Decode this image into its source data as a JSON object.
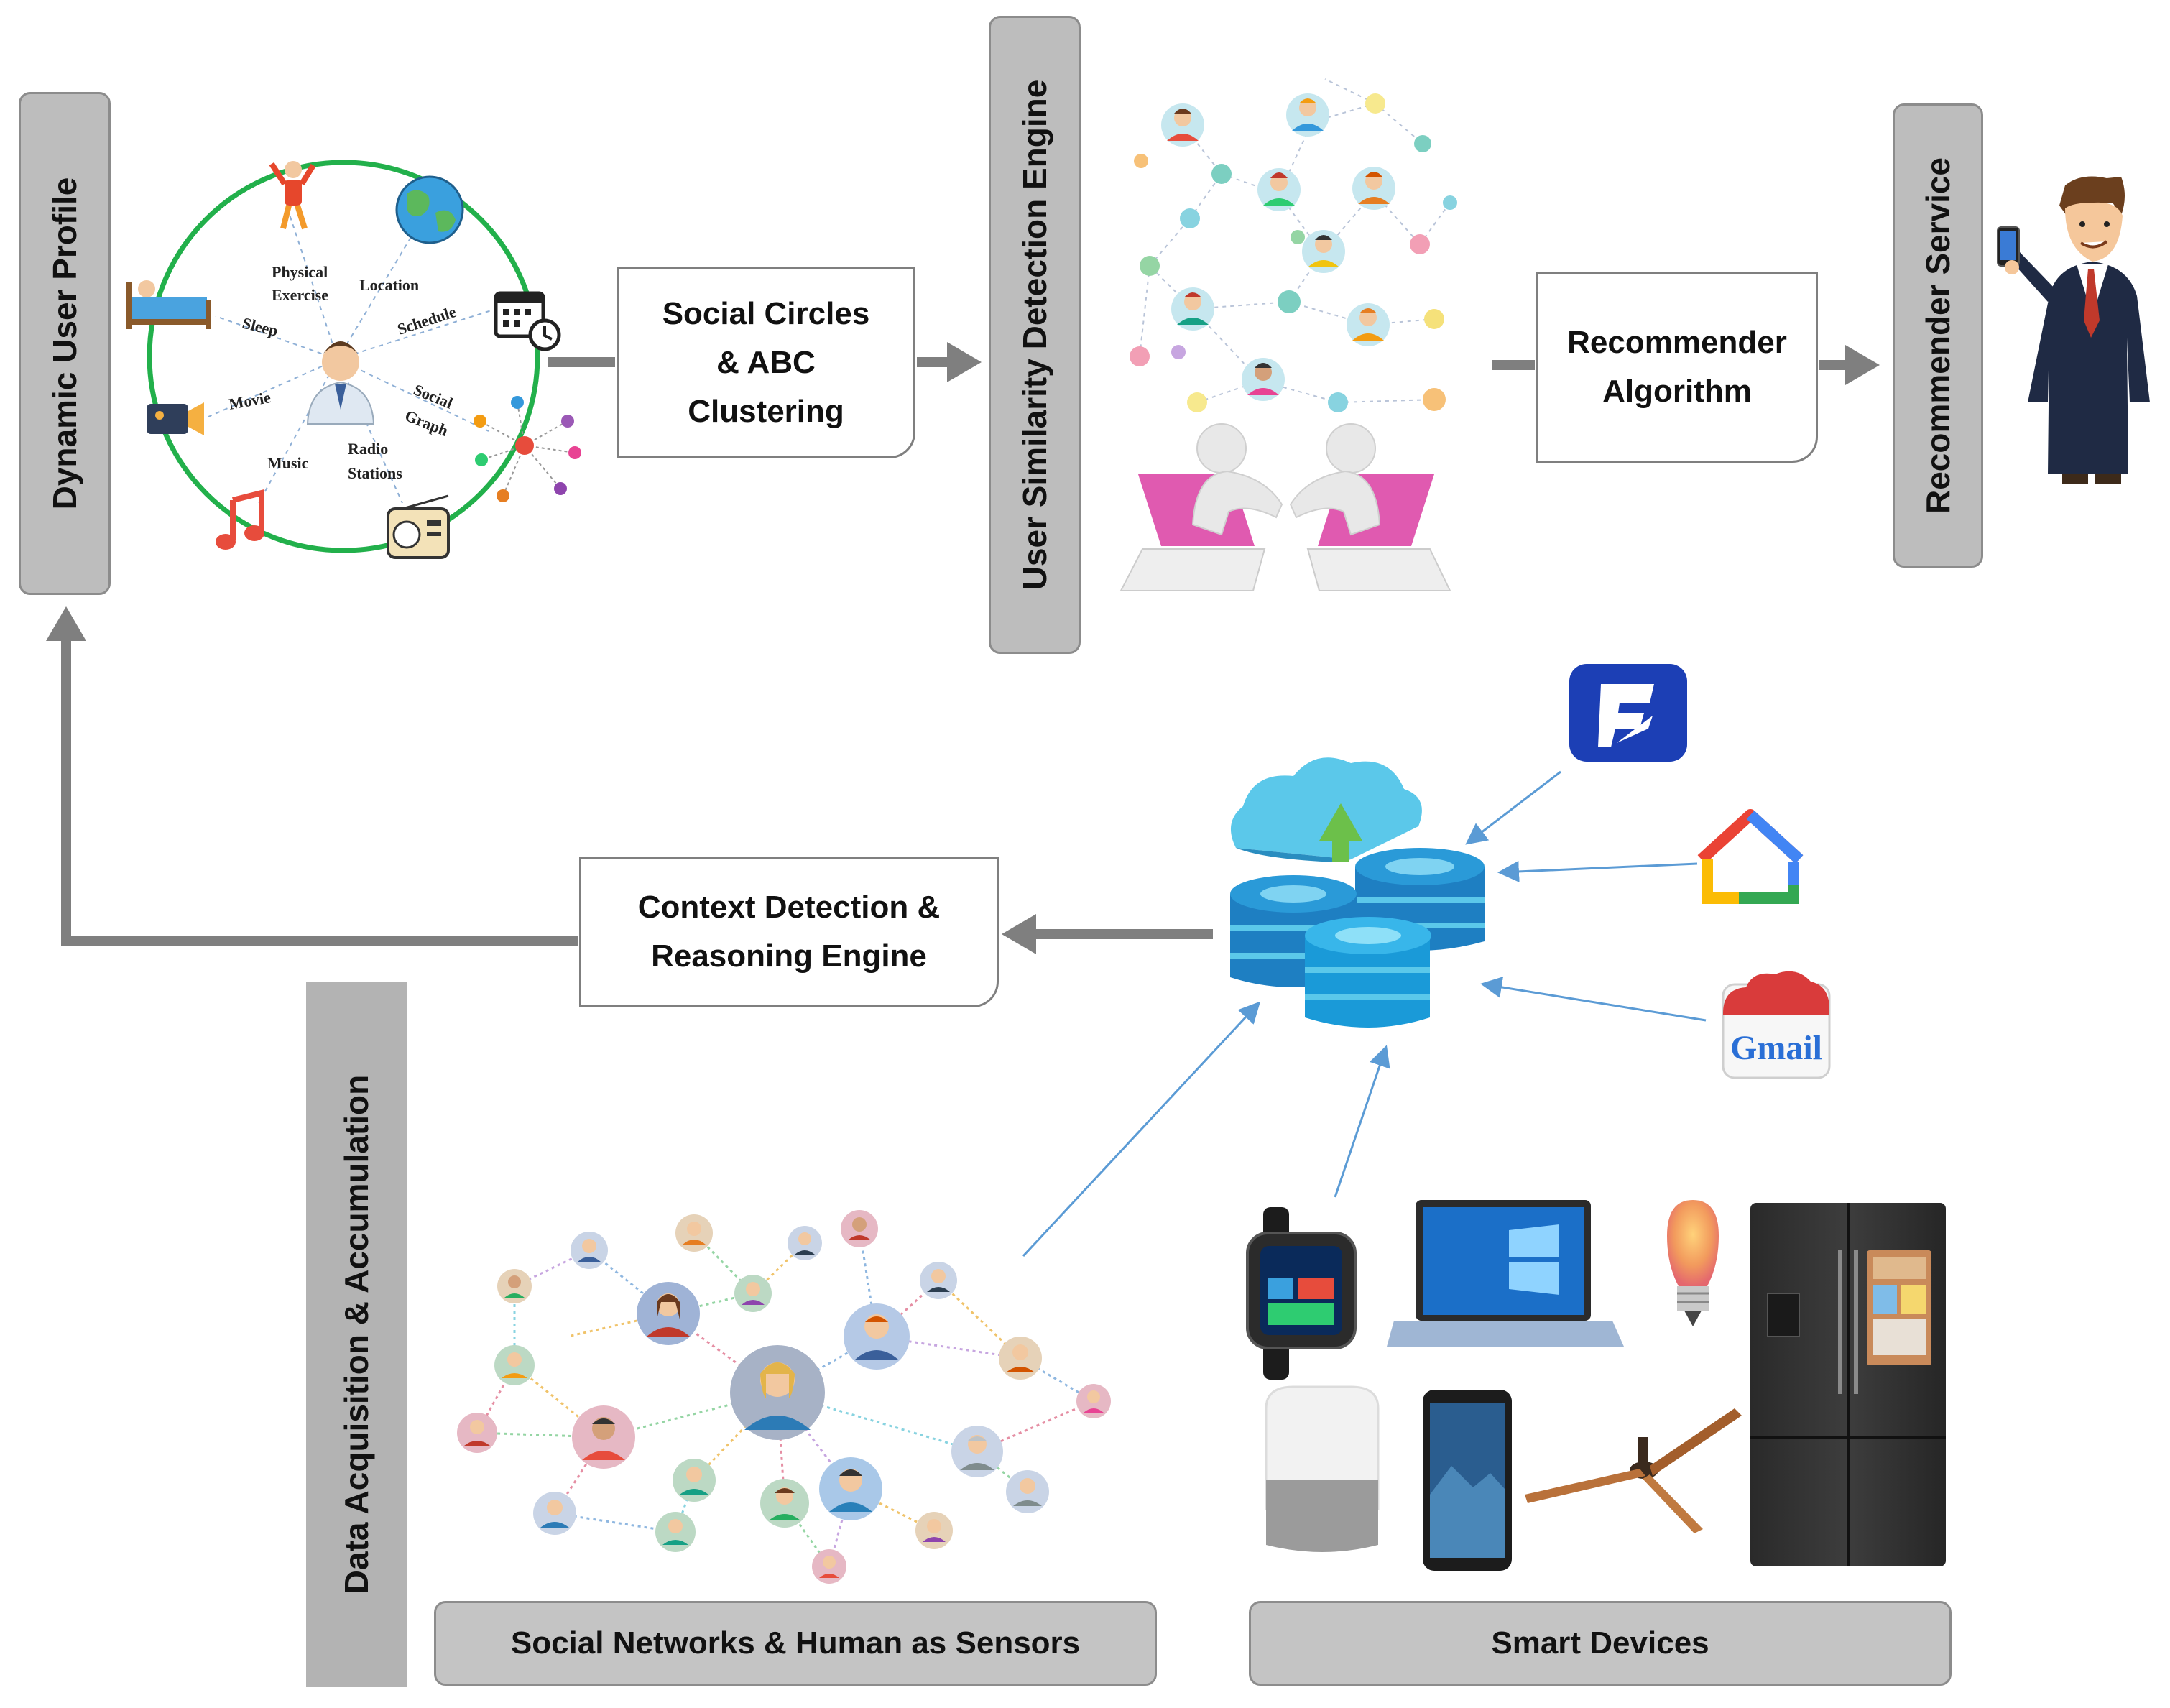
{
  "boxes": {
    "dynamic_user_profile": "Dynamic User Profile",
    "user_similarity_engine": "User  Similarity Detection Engine",
    "recommender_service": "Recommender Service",
    "data_acquisition": "Data Acquisition & Accumulation",
    "social_circles": "Social Circles\n& ABC\nClustering",
    "recommender_algorithm": "Recommender\nAlgorithm",
    "context_engine": "Context Detection &\nReasoning Engine",
    "social_networks": "Social Networks & Human as Sensors",
    "smart_devices": "Smart Devices"
  },
  "profile_contexts": {
    "physical": "Physical",
    "exercise": "Exercise",
    "location": "Location",
    "schedule": "Schedule",
    "sleep": "Sleep",
    "movie": "Movie",
    "social": "Social",
    "graph": "Graph",
    "music": "Music",
    "radio": "Radio",
    "stations": "Stations"
  },
  "app_icons": [
    "foursquare-icon",
    "google-home-icon",
    "gmail-icon"
  ],
  "app_icon_text": {
    "gmail": "Gmail"
  },
  "device_icons": [
    "smartwatch-icon",
    "laptop-icon",
    "smart-bulb-icon",
    "smart-speaker-icon",
    "smartphone-icon",
    "ceiling-fan-icon",
    "smart-fridge-icon"
  ],
  "colors": {
    "label_box_fill": "#bdbdbd",
    "label_box_border": "#8c8c8c",
    "flow_arrow": "#7f7f7f",
    "data_arrow": "#5b9bd5",
    "profile_ring": "#22b04b",
    "database": "#1e7fc2",
    "cloud": "#5bc8ea"
  }
}
